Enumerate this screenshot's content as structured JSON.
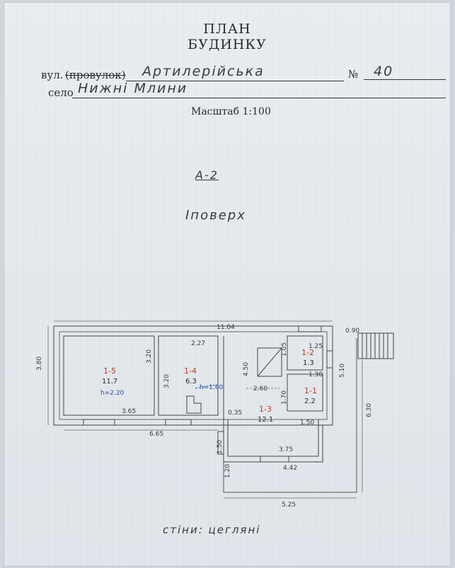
{
  "header": {
    "title_line1": "ПЛАН",
    "title_line2": "БУДИНКУ"
  },
  "address": {
    "street_label_prefix": "вул.",
    "street_label_struck": "(провулок)",
    "street_value": "Артилерійська",
    "number_label": "№",
    "number_value": "40",
    "village_label": "село",
    "village_value": "Нижні Млини"
  },
  "scale": "Масштаб 1:100",
  "plan": {
    "building_code": "А-2",
    "floor": "Іповерх",
    "walls_note": "стіни: цегляні"
  },
  "rooms": [
    {
      "id": "1-5",
      "area": "11.7",
      "note": "h=2.20"
    },
    {
      "id": "1-4",
      "area": "6.3",
      "note": "h=1.60"
    },
    {
      "id": "1-3",
      "area": "12.1"
    },
    {
      "id": "1-2",
      "area": "1.3"
    },
    {
      "id": "1-1",
      "area": "2.2"
    }
  ],
  "dimensions": {
    "total_width": "11.04",
    "left_height": "3.80",
    "room15_height": "3.20",
    "room15_width": "3.65",
    "room14_height": "3.20",
    "room14_width": "2.27",
    "left_block_width": "6.65",
    "room13_height": "4.50",
    "room13_width": "2.60",
    "room12_height": "1.05",
    "room12_width": "1.25",
    "room11_width": "1.30",
    "room11_height": "1.70",
    "right_height": "5.10",
    "step": "0.35",
    "porch": "0.90",
    "terrace_height": "6.30",
    "lower_right": "1.50",
    "lower_left": "1.50",
    "lower_width": "3.75",
    "lower_total": "4.42",
    "lower_step": "1.20",
    "terrace_width": "5.25"
  },
  "colors": {
    "room_labels": "#c0392b",
    "blue_note": "#2a4fa0"
  }
}
